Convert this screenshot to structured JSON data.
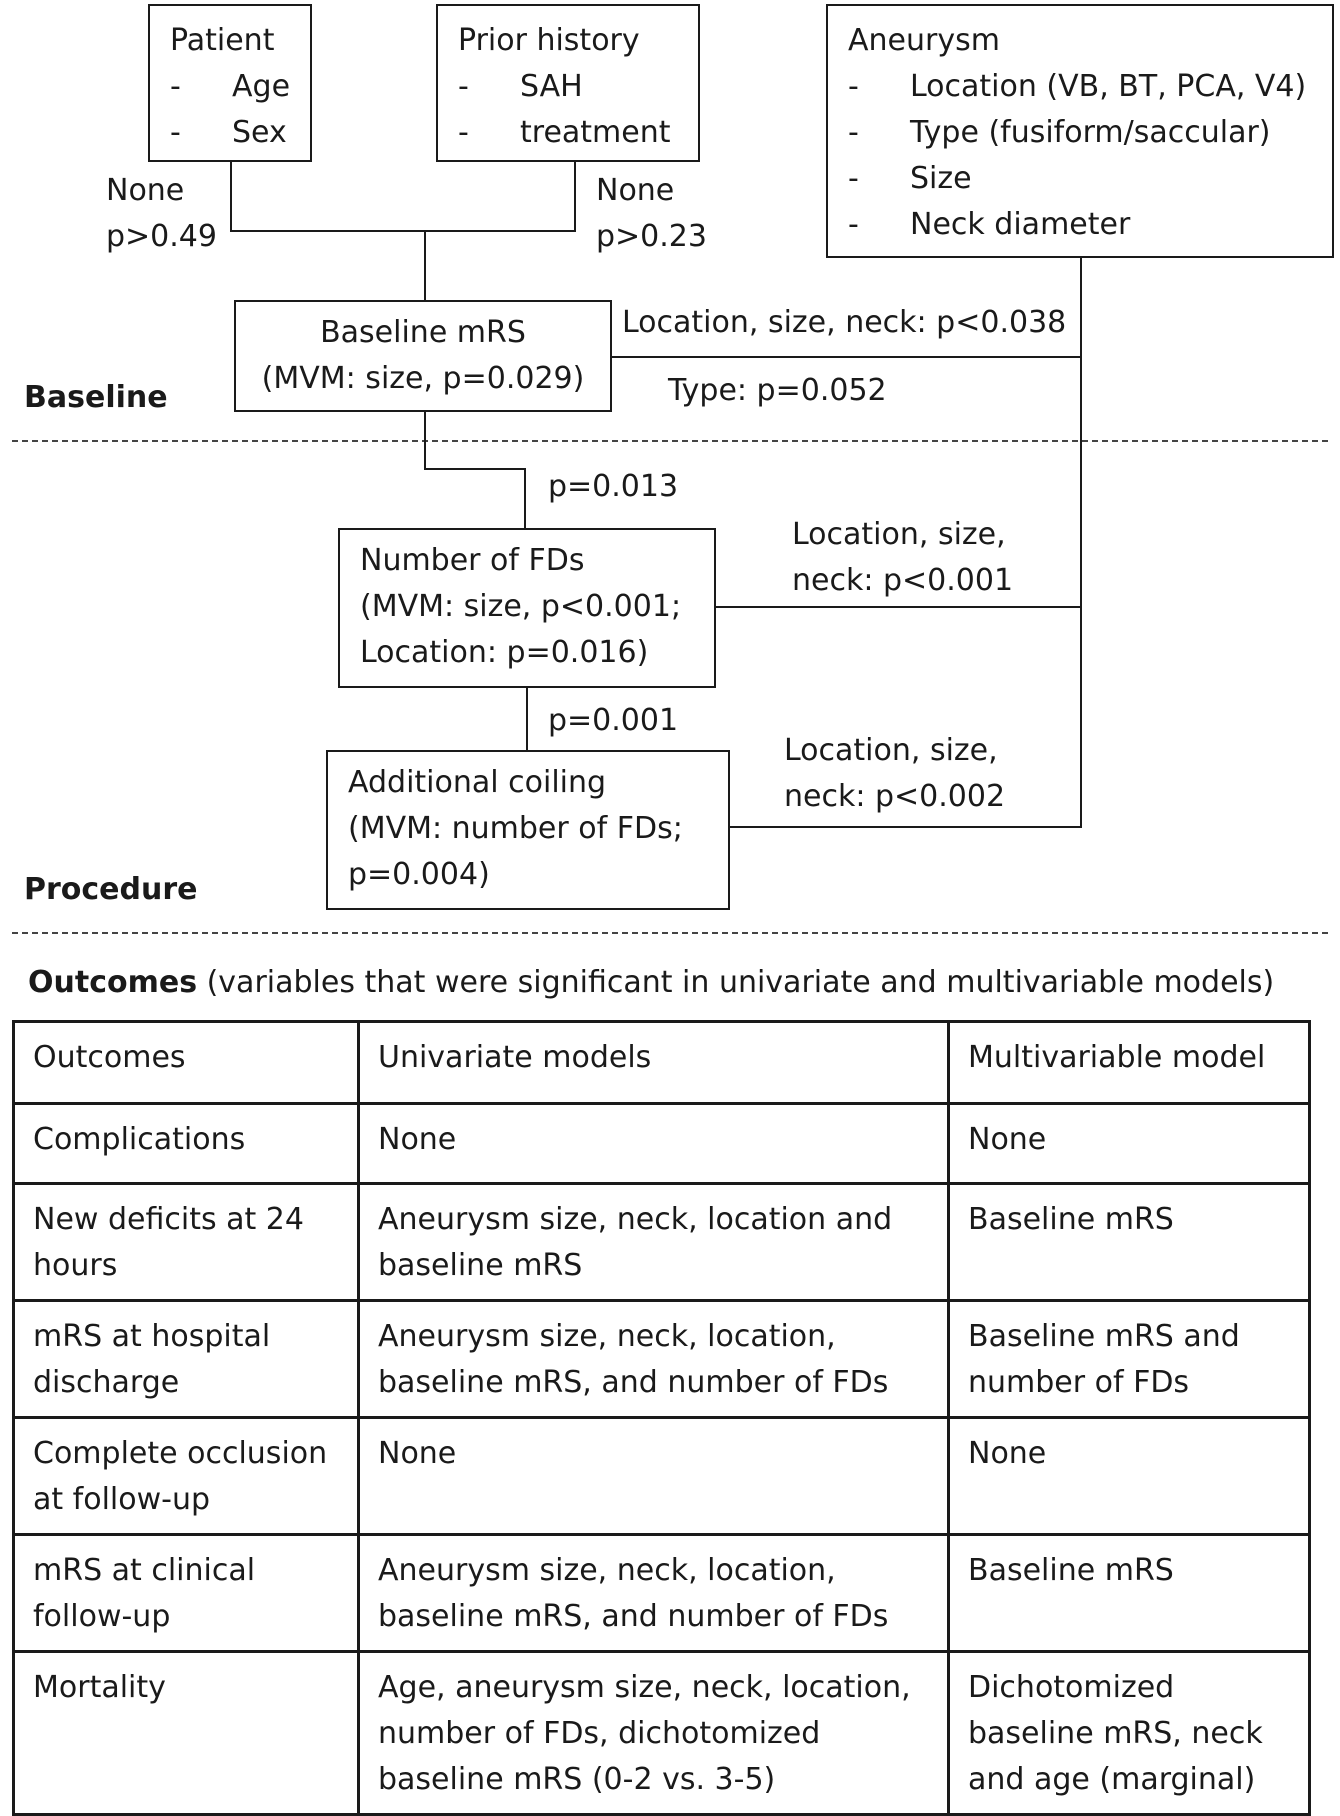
{
  "patient_box": {
    "title": "Patient",
    "items": [
      "Age",
      "Sex"
    ]
  },
  "prior_box": {
    "title": "Prior history",
    "items": [
      "SAH",
      "treatment"
    ]
  },
  "aneurysm_box": {
    "title": "Aneurysm",
    "items": [
      "Location (VB, BT, PCA, V4)",
      "Type (fusiform/saccular)",
      "Size",
      "Neck diameter"
    ]
  },
  "bullet_dash": "-",
  "patient_result": {
    "line1": "None",
    "line2": "p>0.49"
  },
  "prior_result": {
    "line1": "None",
    "line2": "p>0.23"
  },
  "baseline_box": {
    "line1": "Baseline mRS",
    "line2": "(MVM: size, p=0.029)"
  },
  "aneurysm_to_baseline": {
    "line1": "Location, size, neck: p<0.038",
    "line2": "Type: p=0.052"
  },
  "sections": {
    "baseline": "Baseline",
    "procedure": "Procedure"
  },
  "baseline_to_fds": "p=0.013",
  "fds_box": {
    "line1": "Number of FDs",
    "line2": "(MVM: size, p<0.001;",
    "line3": "Location: p=0.016)"
  },
  "aneurysm_to_fds": {
    "line1": "Location, size,",
    "line2": "neck: p<0.001"
  },
  "fds_to_coiling": "p=0.001",
  "coiling_box": {
    "line1": "Additional coiling",
    "line2": "(MVM: number of FDs;",
    "line3": "p=0.004)"
  },
  "aneurysm_to_coiling": {
    "line1": "Location, size,",
    "line2": "neck: p<0.002"
  },
  "outcomes_heading": {
    "bold": "Outcomes",
    "rest": " (variables that were significant in univariate and multivariable models)"
  },
  "table": {
    "headers": [
      "Outcomes",
      "Univariate models",
      "Multivariable model"
    ],
    "rows": [
      {
        "outcome": "Complications",
        "univariate": "None",
        "multivariable": "None"
      },
      {
        "outcome": "New deficits at 24 hours",
        "univariate": "Aneurysm size, neck, location and baseline mRS",
        "multivariable": "Baseline mRS"
      },
      {
        "outcome": "mRS at hospital discharge",
        "univariate": "Aneurysm size, neck, location, baseline mRS, and number of FDs",
        "multivariable": "Baseline mRS and number of FDs"
      },
      {
        "outcome": "Complete occlusion at follow-up",
        "univariate": "None",
        "multivariable": "None"
      },
      {
        "outcome": "mRS at clinical follow-up",
        "univariate": "Aneurysm size, neck, location, baseline mRS, and number of FDs",
        "multivariable": "Baseline mRS"
      },
      {
        "outcome": "Mortality",
        "univariate": "Age, aneurysm size, neck, location, number of FDs, dichotomized baseline mRS (0-2 vs. 3-5)",
        "multivariable": "Dichotomized baseline mRS, neck and age (marginal)"
      }
    ]
  }
}
